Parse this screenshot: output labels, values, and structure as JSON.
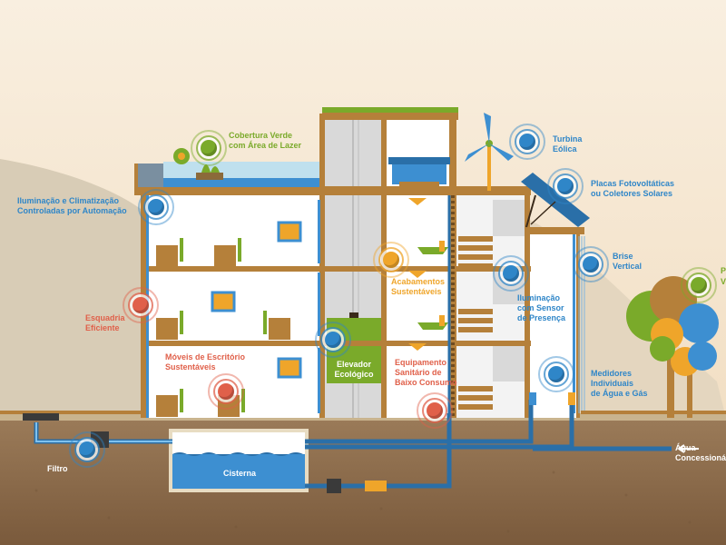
{
  "colors": {
    "blue": "#2f86c8",
    "green": "#7aaa2a",
    "orange": "#e0604a",
    "yellow": "#efa52a",
    "wood": "#b5803a",
    "earth": "#8a6a4a",
    "water": "#3d8fd1"
  },
  "labels": {
    "cobertura": "Cobertura Verde\ncom Área de Lazer",
    "iluminacao_auto": "Iluminação e Climatização\nControladas por Automação",
    "esquadria": "Esquadria\nEficiente",
    "moveis": "Móveis de Escritório\nSustentáveis",
    "elevador": "Elevador\nEcológico",
    "acabamentos": "Acabamentos\nSustentáveis",
    "equipamento": "Equipamento\nSanitário de\nBaixo Consumo",
    "turbina": "Turbina\nEólica",
    "placas": "Placas Fotovoltáticas\nou Coletores Solares",
    "brise": "Brise\nVertical",
    "iluminacao_sensor": "Iluminação\ncom Sensor\nde Presença",
    "medidores": "Medidores\nIndividuais\nde Água e Gás",
    "cisterna": "Cisterna",
    "filtro": "Filtro",
    "agua": "Água\nConcessionária",
    "cut_p": "P",
    "cut_v": "V"
  },
  "hotspots": [
    {
      "id": "cobertura",
      "color": "green"
    },
    {
      "id": "iluminacao_auto",
      "color": "blue"
    },
    {
      "id": "esquadria",
      "color": "orange"
    },
    {
      "id": "moveis",
      "color": "orange"
    },
    {
      "id": "elevador",
      "color": "blue"
    },
    {
      "id": "acabamentos",
      "color": "yellow"
    },
    {
      "id": "equipamento",
      "color": "orange"
    },
    {
      "id": "turbina",
      "color": "blue"
    },
    {
      "id": "placas",
      "color": "blue"
    },
    {
      "id": "brise",
      "color": "blue"
    },
    {
      "id": "iluminacao_sensor",
      "color": "blue"
    },
    {
      "id": "medidores",
      "color": "blue"
    },
    {
      "id": "filtro",
      "color": "blue"
    },
    {
      "id": "arvores",
      "color": "green"
    }
  ]
}
